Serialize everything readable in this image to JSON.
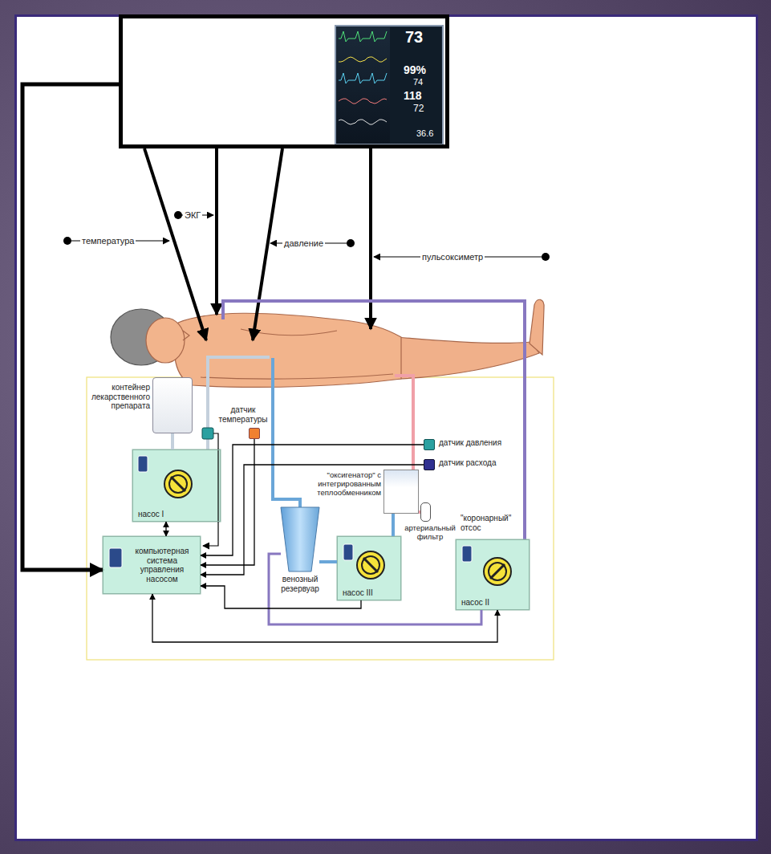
{
  "diagram": {
    "nodes": [
      {
        "text": [
          "73",
          "99%",
          "74",
          "118",
          "72",
          "36.6"
        ]
      },
      {
        "text": [
          "контейнер лекарственного препарата"
        ]
      },
      {
        "text": [
          "насос I"
        ]
      },
      {
        "text": [
          "датчик температуры"
        ]
      },
      {
        "text": [
          "датчик давления"
        ]
      },
      {
        "text": [
          "датчик расхода"
        ]
      },
      {
        "text": [
          "\"оксигенатор\" с интегрированным теплообменником"
        ]
      },
      {
        "text": [
          "артериальный фильтр"
        ]
      },
      {
        "text": [
          "\"коронарный\" отсос",
          "насос II"
        ]
      },
      {
        "text": [
          "компьютерная система управления насосом"
        ]
      },
      {
        "text": [
          "венозный резервуар"
        ]
      },
      {
        "text": [
          "насос III"
        ]
      }
    ],
    "edges": [
      {
        "from": 0,
        "to": 9,
        "arrow": "to"
      },
      {
        "from": 1,
        "to": 2,
        "arrow": "none"
      },
      {
        "from": 2,
        "to": 9,
        "arrow": "both"
      },
      {
        "from": 3,
        "to": 9,
        "arrow": "to"
      },
      {
        "from": 4,
        "to": 9,
        "arrow": "to"
      },
      {
        "from": 5,
        "to": 9,
        "arrow": "to"
      },
      {
        "from": 10,
        "to": 11,
        "arrow": "none"
      },
      {
        "from": 11,
        "to": 6,
        "arrow": "none"
      },
      {
        "from": 6,
        "to": 7,
        "arrow": "none"
      },
      {
        "from": 8,
        "to": 10,
        "arrow": "none"
      },
      {
        "from": 11,
        "to": 9,
        "arrow": "to"
      },
      {
        "from": 9,
        "to": 8,
        "arrow": "both"
      }
    ],
    "labels": [
      "температура",
      "ЭКГ",
      "давление",
      "пульсоксиметр"
    ]
  }
}
